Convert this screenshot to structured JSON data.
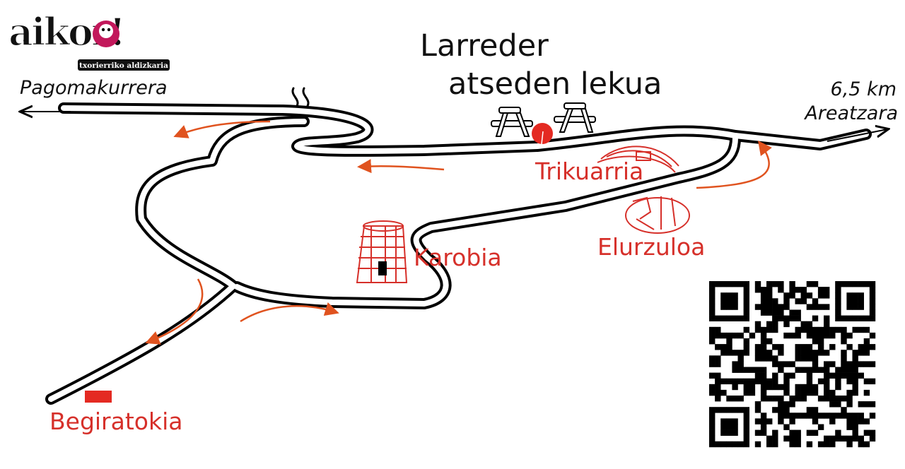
{
  "logo": {
    "wordmark": "aikor!",
    "tagline": "txorierriko aldizkaria"
  },
  "title": {
    "line1": "Larreder",
    "line2": "atseden lekua"
  },
  "destinations": {
    "west": "Pagomakurrera",
    "east_distance": "6,5 km",
    "east": "Areatzara"
  },
  "points_of_interest": [
    {
      "name": "Trikuarria",
      "icon": "dolmen-icon"
    },
    {
      "name": "Elurzuloa",
      "icon": "snow-pit-icon"
    },
    {
      "name": "Karobia",
      "icon": "lime-kiln-icon"
    },
    {
      "name": "Begiratokia",
      "icon": "viewpoint-marker-icon"
    }
  ],
  "colors": {
    "road": "#000000",
    "poi": "#d6302a",
    "arrow": "#e0531f",
    "logo_accent": "#c2185b"
  },
  "qr_code": {
    "icon": "qr-code-icon"
  }
}
